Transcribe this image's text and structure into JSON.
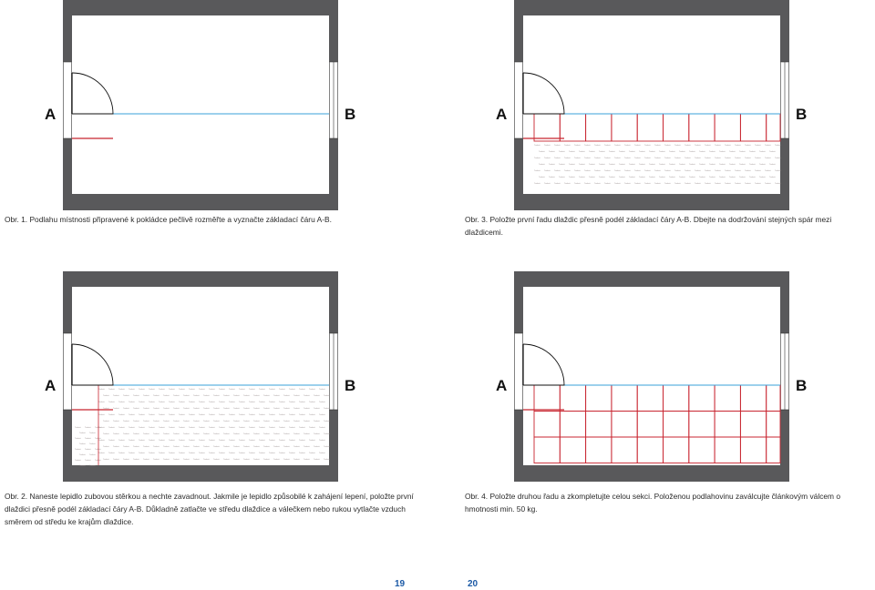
{
  "figures": [
    {
      "caption": "Obr. 1. Podlahu místnosti připravené k pokládce pečlivě rozměřte a vyznačte základací čáru A-B.",
      "label_a": "A",
      "label_b": "B",
      "stage": "line"
    },
    {
      "caption": "Obr. 3. Položte první řadu dlaždic přesně podél základací čáry A-B. Dbejte na dodržování stejných spár mezi dlaždicemi.",
      "label_a": "A",
      "label_b": "B",
      "stage": "first-row"
    },
    {
      "caption": "Obr. 2. Naneste lepidlo zubovou stěrkou a nechte zavadnout. Jakmile je lepidlo způsobilé k zahájení lepení, položte první dlaždici přesně podél základací čáry A-B. Důkladně zatlačte ve středu dlaždice a válečkem nebo rukou vytlačte vzduch směrem od středu ke krajům dlaždice.",
      "label_a": "A",
      "label_b": "B",
      "stage": "adhesive"
    },
    {
      "caption": "Obr. 4. Položte druhou řadu a zkompletujte celou sekci. Položenou podlahovinu zaválcujte článkovým válcem o hmotnosti min. 50 kg.",
      "label_a": "A",
      "label_b": "B",
      "stage": "complete"
    }
  ],
  "adhesive_pattern_text": "Tarkett",
  "page_left": "19",
  "page_right": "20",
  "colors": {
    "wall": "#59595b",
    "line": "#3aa0d8",
    "tile": "#c8242f",
    "door": "#111111",
    "page_number": "#1c5aa6"
  }
}
